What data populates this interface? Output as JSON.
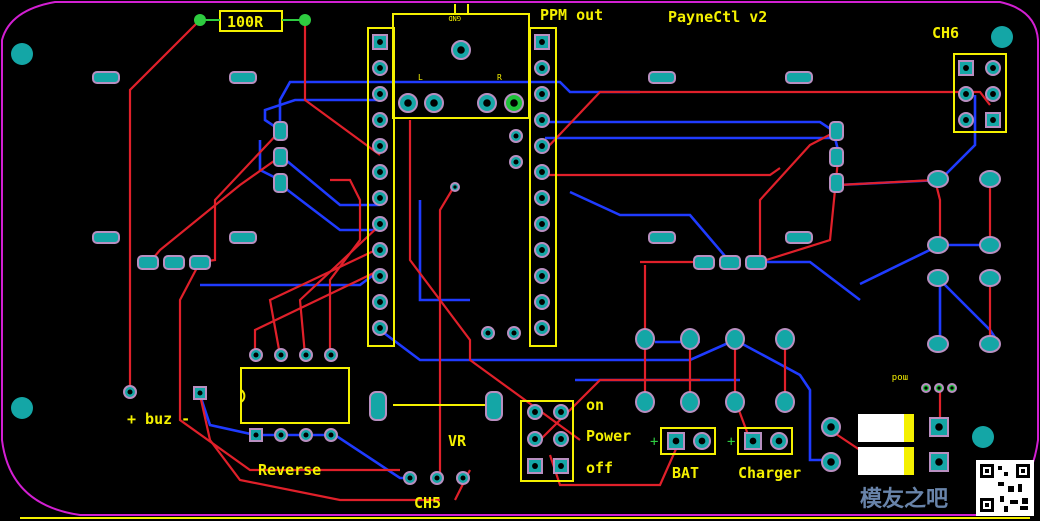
{
  "labels": {
    "resistor": "100R",
    "ppm_out": "PPM out",
    "title": "PayneCtl v2",
    "ch6": "CH6",
    "gnd": "GND",
    "l": "L",
    "r": "R",
    "buz": "+ buz -",
    "reverse": "Reverse",
    "vr": "VR",
    "ch5": "CH5",
    "on": "on",
    "power": "Power",
    "off": "off",
    "bat": "BAT",
    "charger": "Charger",
    "mod": "mod",
    "plus": "+"
  },
  "watermark": "模友之吧",
  "colors": {
    "board_outline": "#d21fd2",
    "silkscreen": "#f4f000",
    "top_trace": "#e0202a",
    "bottom_trace": "#1f3bff",
    "pad": "#14a6a6"
  }
}
